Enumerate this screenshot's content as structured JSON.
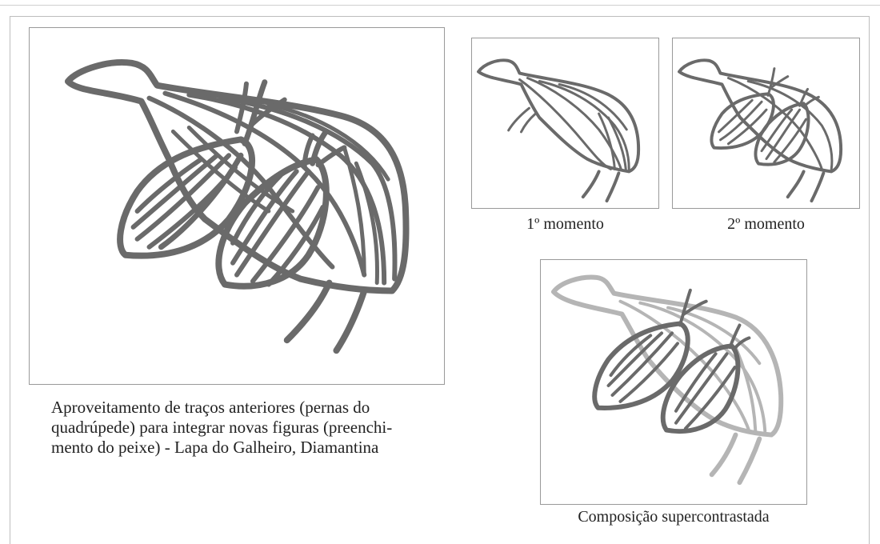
{
  "panels": {
    "main": {
      "caption_lines": [
        "Aproveitamento de traços anteriores (pernas do",
        "quadrúpede) para integrar novas figuras (preenchi-",
        "mento do peixe) - Lapa do Galheiro, Diamantina"
      ]
    },
    "moment1": {
      "caption": "1º momento"
    },
    "moment2": {
      "caption": "2º momento"
    },
    "composition": {
      "caption": "Composição supercontrastada"
    }
  },
  "colors": {
    "stroke_dark": "#6a6a6a",
    "stroke_light": "#b5b5b5",
    "frame": "#9a9a9a"
  }
}
